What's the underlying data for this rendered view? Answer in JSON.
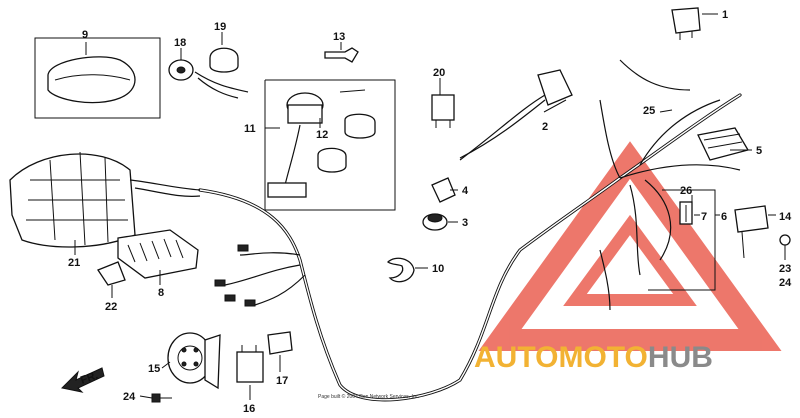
{
  "callouts": {
    "c1": "1",
    "c2": "2",
    "c3": "3",
    "c4": "4",
    "c5": "5",
    "c6": "6",
    "c7": "7",
    "c8": "8",
    "c9": "9",
    "c10": "10",
    "c11": "11",
    "c12": "12",
    "c13": "13",
    "c14": "14",
    "c15": "15",
    "c16": "16",
    "c17": "17",
    "c18": "18",
    "c19": "19",
    "c20": "20",
    "c21": "21",
    "c22": "22",
    "c23": "23",
    "c24a": "24",
    "c24b": "24",
    "c25": "25",
    "c26": "26"
  },
  "fr_marker": "FR.",
  "copyright": "Page built © 2004 Ron Network Services, Inc.",
  "watermark": {
    "word_a": "AUTO",
    "word_b": "MOTO",
    "word_c": "HUB",
    "colors": {
      "red": "#e84a3a",
      "gold": "#f2b233",
      "gray": "#8a8a8a"
    }
  }
}
